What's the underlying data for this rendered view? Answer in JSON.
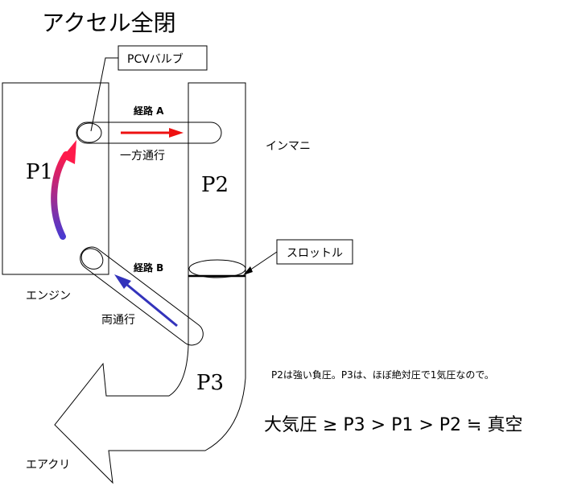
{
  "title": "アクセル全閉",
  "labels": {
    "pcv_valve": "PCVバルブ",
    "route_a": "経路 A",
    "route_b": "経路 B",
    "one_way": "一方通行",
    "two_way": "両通行",
    "intake_manifold": "インマニ",
    "engine": "エンジン",
    "throttle": "スロットル",
    "air_cleaner": "エアクリ",
    "p1": "P1",
    "p2": "P2",
    "p3": "P3"
  },
  "note": "P2は強い負圧。P3は、ほぼ絶対圧で1気圧なので。",
  "pressure_relation": "大気圧 ≥ P3 > P1 > P2 ≒ 真空",
  "colors": {
    "route_a_arrow": "#ee1111",
    "route_b_arrow": "#3333bb",
    "p1_arrow_top": "#ff1a4a",
    "p1_arrow_bottom": "#4a3ad0"
  }
}
